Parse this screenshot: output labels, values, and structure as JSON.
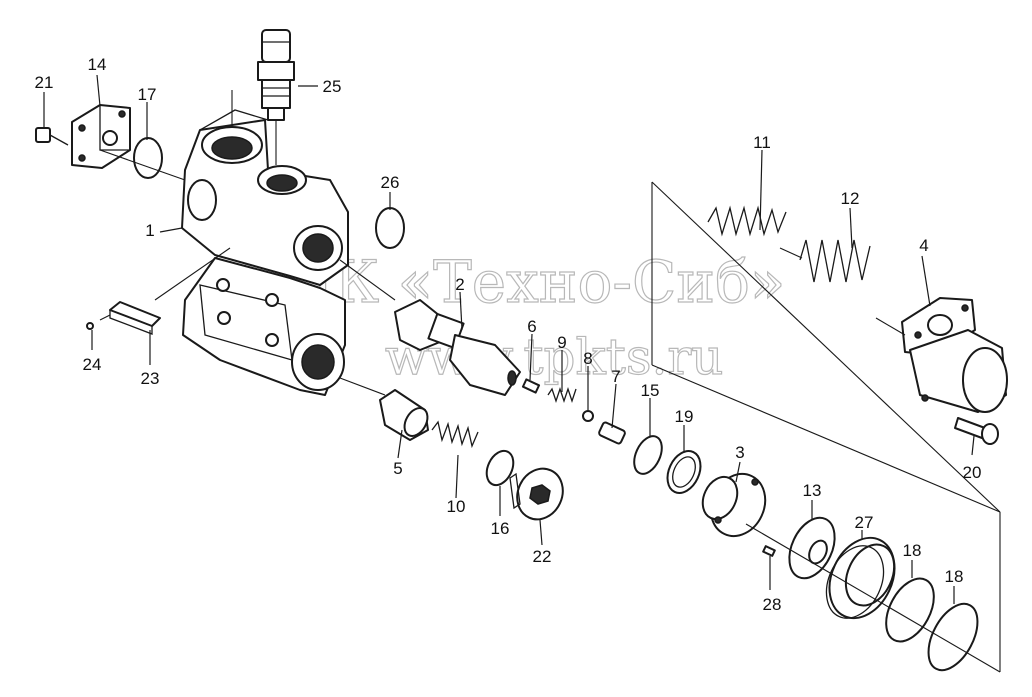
{
  "watermark": {
    "line1": "ТПК «Техно-Сиб»",
    "line2": "www.tpkts.ru",
    "color": "#b8b8b8"
  },
  "callouts": {
    "c1": "1",
    "c2": "2",
    "c3": "3",
    "c4": "4",
    "c5": "5",
    "c6": "6",
    "c7": "7",
    "c8": "8",
    "c9": "9",
    "c10": "10",
    "c11": "11",
    "c12": "12",
    "c13": "13",
    "c14": "14",
    "c15": "15",
    "c16": "16",
    "c17": "17",
    "c18a": "18",
    "c18b": "18",
    "c19": "19",
    "c20": "20",
    "c21": "21",
    "c22": "22",
    "c23": "23",
    "c24": "24",
    "c25": "25",
    "c26": "26",
    "c27": "27",
    "c28": "28"
  }
}
